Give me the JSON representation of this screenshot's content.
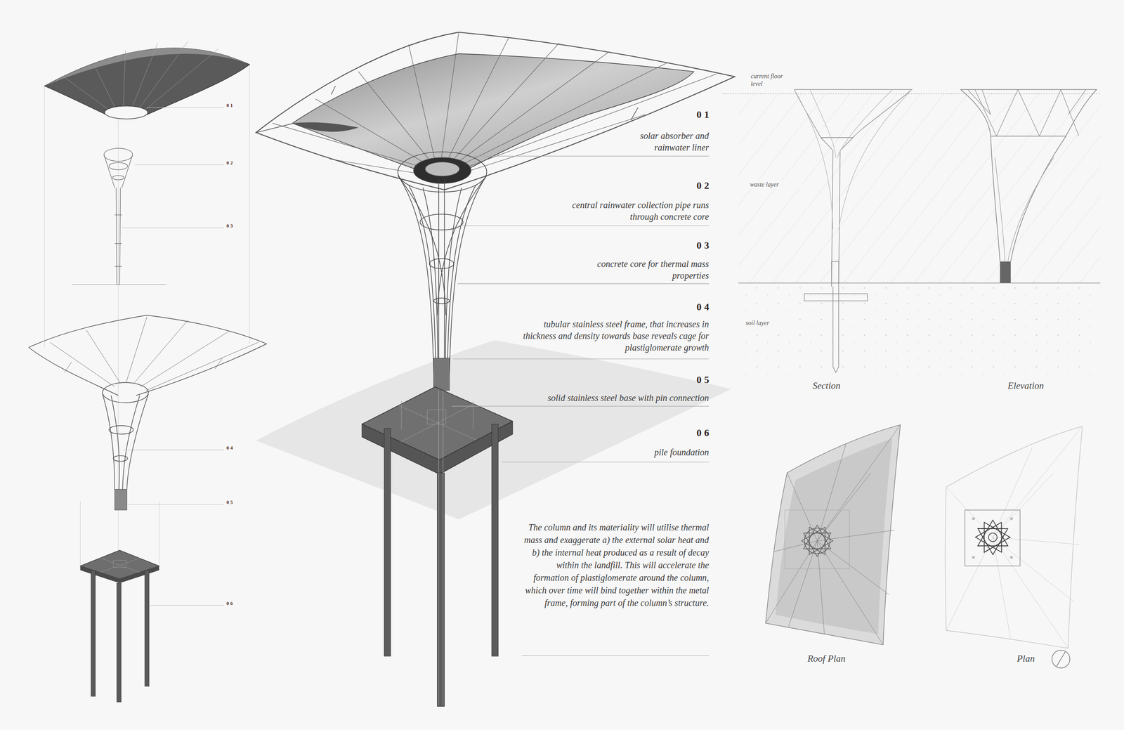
{
  "diagram": {
    "labels": [
      "01",
      "02",
      "03",
      "04",
      "05",
      "06",
      "01",
      "solar absorber and rainwater liner",
      "02",
      "central rainwater collection pipe runs through concrete core",
      "03",
      "concrete core for thermal mass properties",
      "04",
      "tubular stainless steel frame, that increases in thickness and density towards base reveals cage for plastiglomerate growth",
      "05",
      "solid stainless steel base with pin connection",
      "06",
      "pile foundation",
      "The column and its materiality will utilise thermal mass and exaggerate a) the external solar heat and b) the internal heat produced as a result of decay within the landfill. This will accelerate the formation of plastiglomerate around the column, which over time will bind together within the metal frame, forming part of the column’s structure.",
      "current floor level",
      "waste layer",
      "soil layer",
      "Section",
      "Elevation",
      "Roof Plan",
      "Plan"
    ]
  }
}
